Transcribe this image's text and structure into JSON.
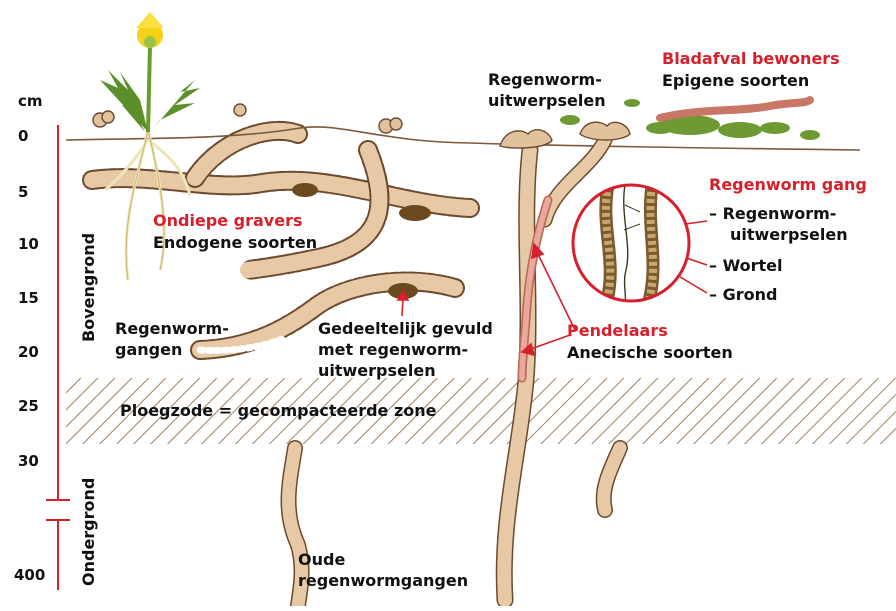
{
  "axis": {
    "unit": "cm",
    "ticks": [
      "0",
      "5",
      "10",
      "15",
      "20",
      "25",
      "30",
      "400"
    ]
  },
  "zones": {
    "top": "Bovengrond",
    "bottom": "Ondergrond"
  },
  "labels": {
    "bladafval_title": "Bladafval bewoners",
    "bladafval_sub": "Epigene soorten",
    "castings_top_1": "Regenworm-",
    "castings_top_2": "uitwerpselen",
    "shallow_title": "Ondiepe gravers",
    "shallow_sub": "Endogene soorten",
    "burrows_1": "Regenworm-",
    "burrows_2": "gangen",
    "filled_1": "Gedeeltelijk gevuld",
    "filled_2": "met regenworm-",
    "filled_3": "uitwerpselen",
    "pendelaars_title": "Pendelaars",
    "pendelaars_sub": "Anecische soorten",
    "plough": "Ploegzode = gecompacteerde zone",
    "old_1": "Oude",
    "old_2": "regenwormgangen"
  },
  "inset": {
    "title": "Regenworm gang",
    "items": [
      "– Regenworm-",
      "uitwerpselen",
      "– Wortel",
      "– Grond"
    ]
  },
  "colors": {
    "accent_red": "#d6202c",
    "burrow_fill": "#e8c9a6",
    "burrow_edge": "#6b4a2e",
    "leaf_green": "#5b8f2b",
    "earth_dark": "#6b4a20",
    "worm_pink": "#d98a7a"
  }
}
